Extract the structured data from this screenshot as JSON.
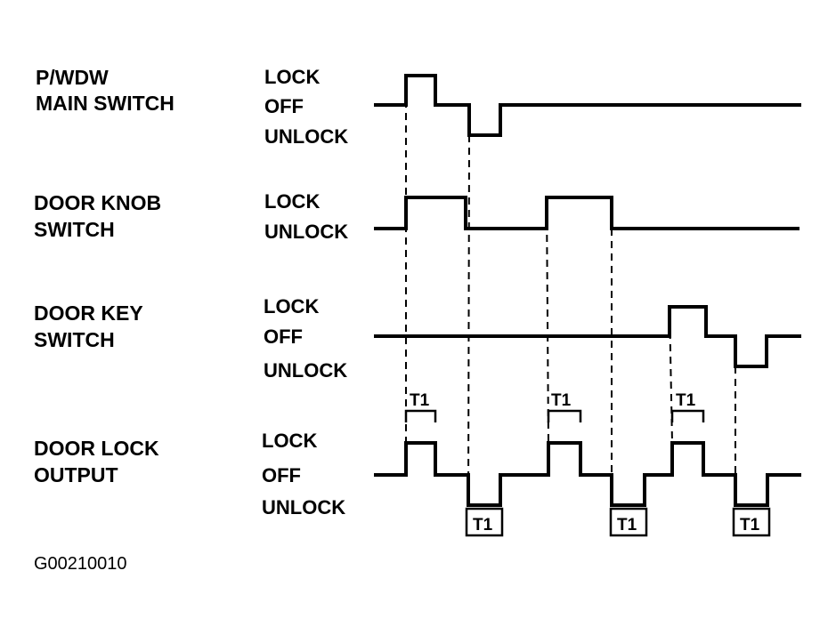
{
  "signals": [
    {
      "id": "pwdw",
      "name_lines": [
        "P/WDW",
        "MAIN SWITCH"
      ],
      "states": [
        "LOCK",
        "OFF",
        "UNLOCK"
      ]
    },
    {
      "id": "knob",
      "name_lines": [
        "DOOR KNOB",
        "SWITCH"
      ],
      "states": [
        "LOCK",
        "UNLOCK"
      ]
    },
    {
      "id": "key",
      "name_lines": [
        "DOOR KEY",
        "SWITCH"
      ],
      "states": [
        "LOCK",
        "OFF",
        "UNLOCK"
      ]
    },
    {
      "id": "output",
      "name_lines": [
        "DOOR LOCK",
        "OUTPUT"
      ],
      "states": [
        "LOCK",
        "OFF",
        "UNLOCK"
      ]
    }
  ],
  "t1_label": "T1",
  "figure_id": "G00210010"
}
